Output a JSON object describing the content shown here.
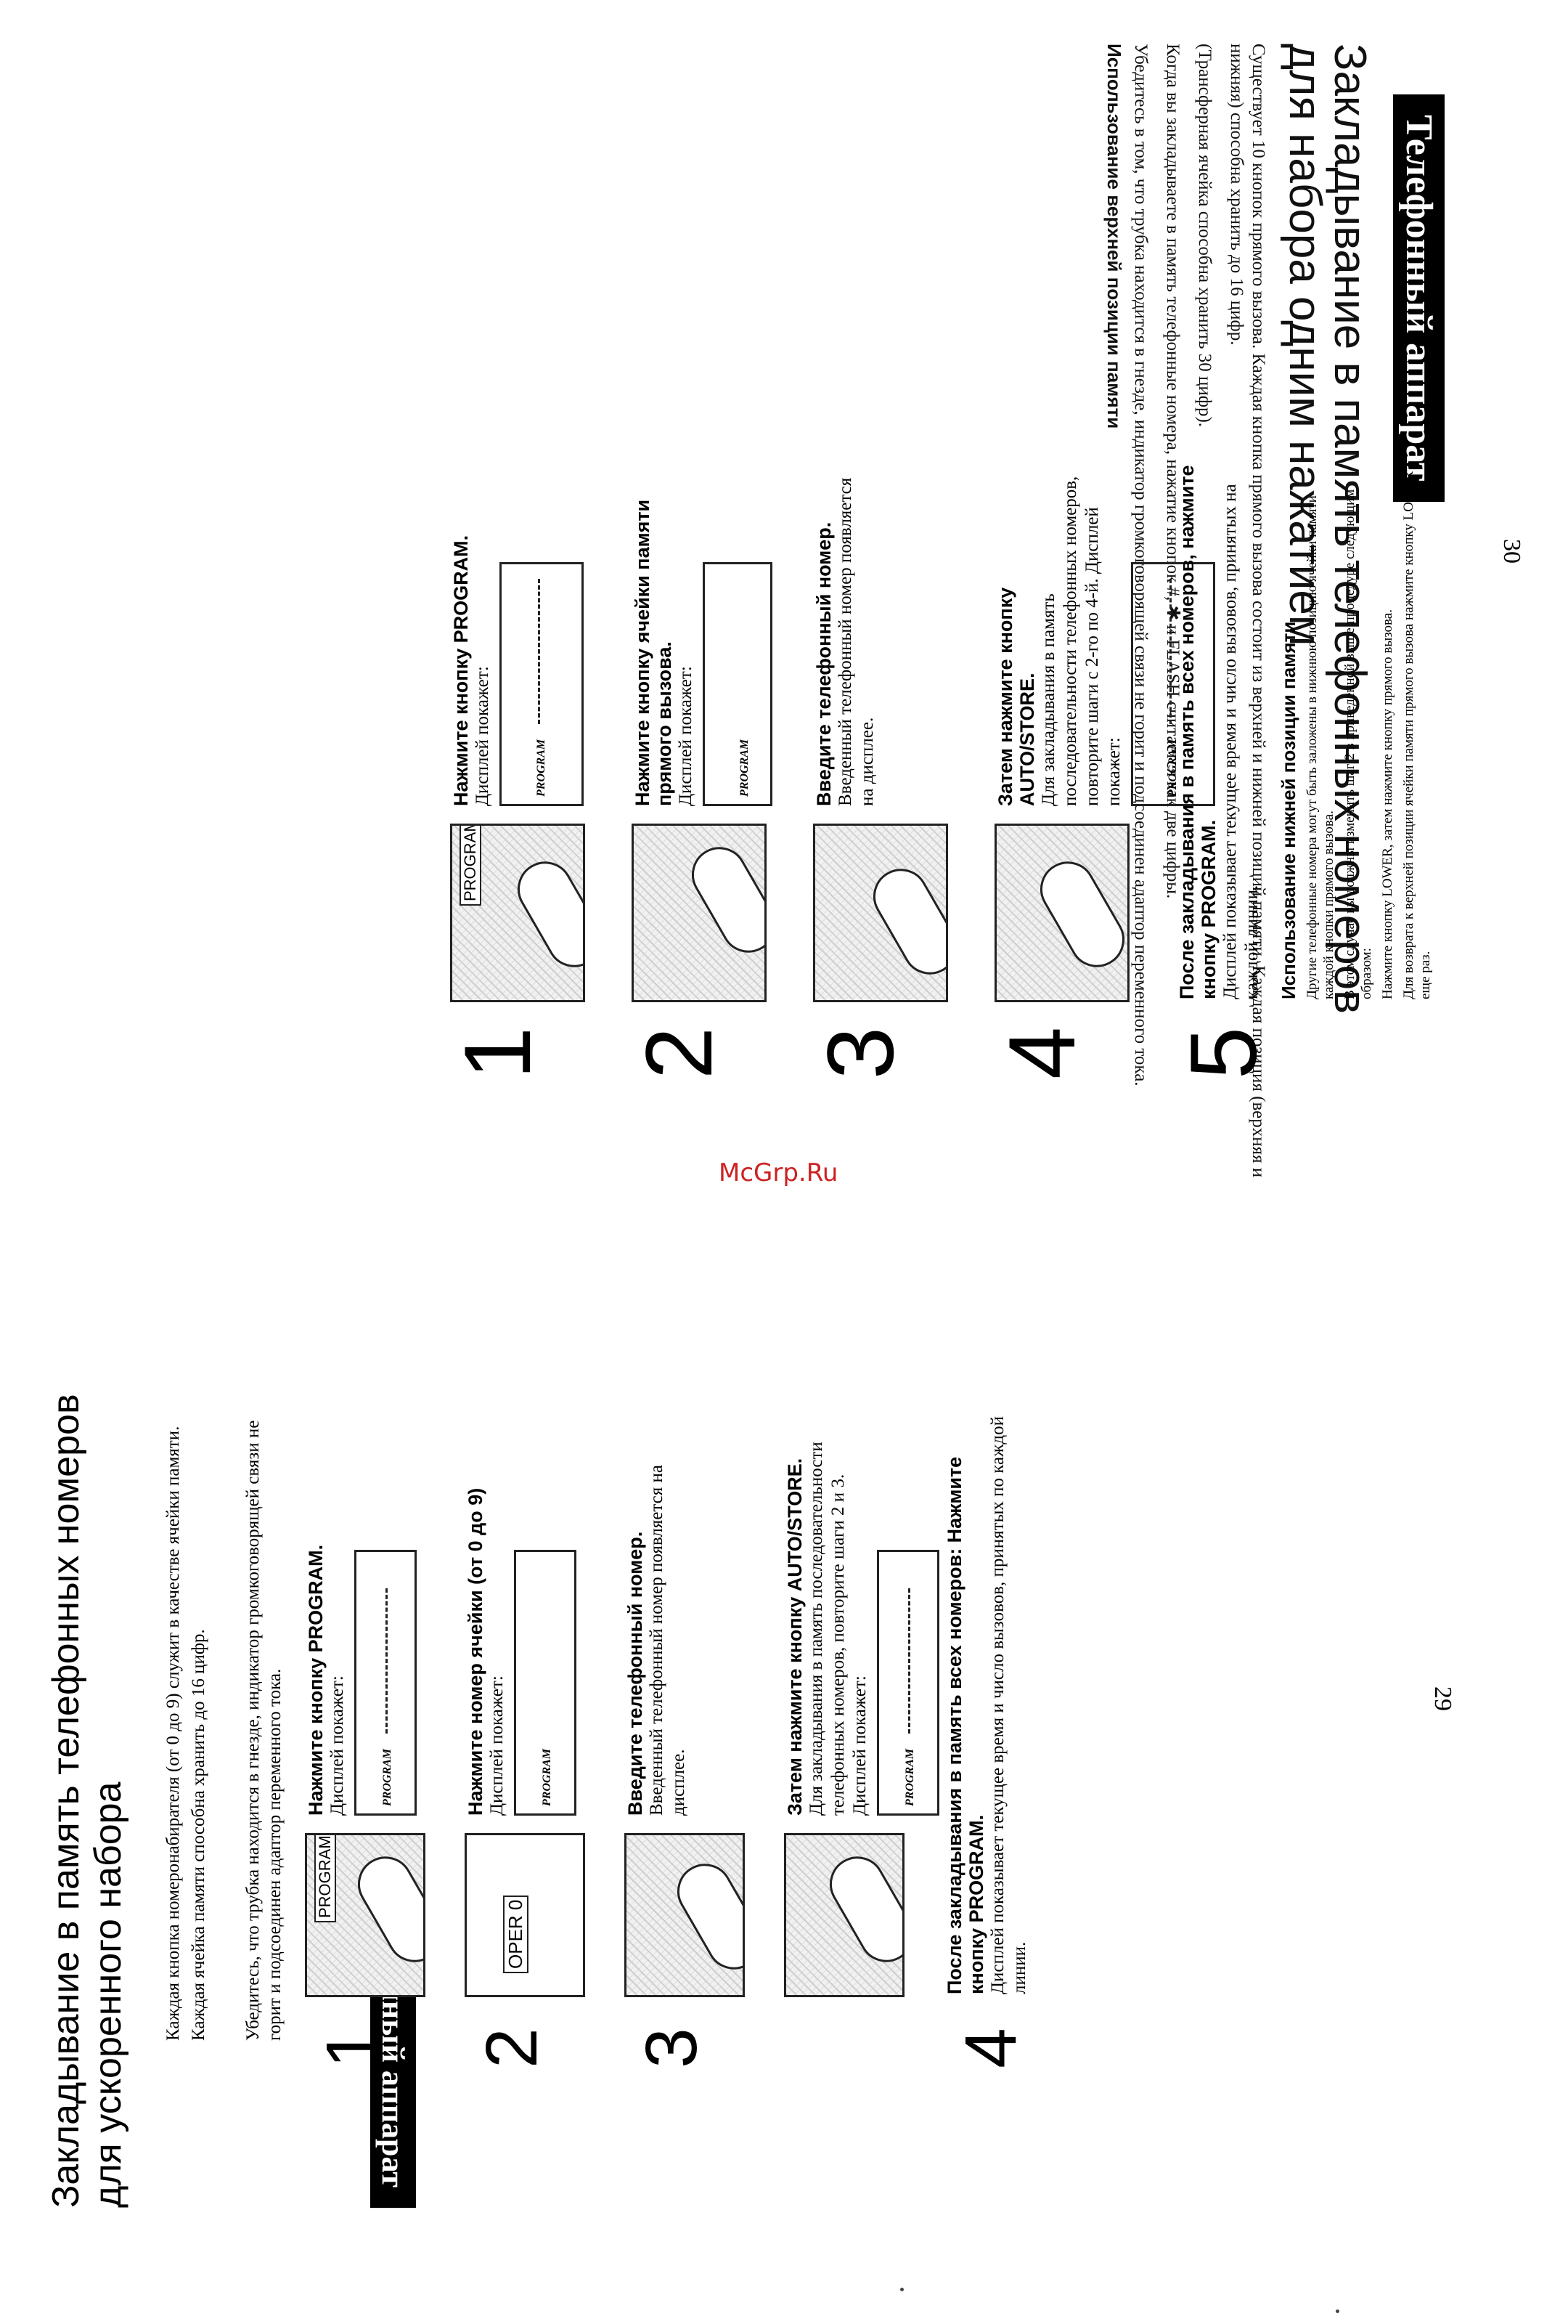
{
  "watermark": "McGrp.Ru",
  "top": {
    "banner": "Телефонный аппарат",
    "title_line1": "Закладывание в память телефонных номеров",
    "title_line2": "для набора одним нажатием",
    "intro": [
      "Существует 10 кнопок прямого вызова. Каждая кнопка прямого вызова состоит из верхней и нижней позиций памяти. Каждая позиция (верхняя и нижняя) способна хранить до 16 цифр.",
      "(Трансферная ячейка способна хранить 30 цифр).",
      "Когда вы закладываете в память телефонные номера, нажатие кнопок #, ✱ и FLASH считается как две цифры.",
      "Убедитесь в том, что трубка находится в гнезде, индикатор громкоговорящей связи не горит и подсоединен адаптор переменного тока."
    ],
    "section_upper": "Использование верхней позиции памяти",
    "steps": [
      {
        "num": "1",
        "title": "Нажмите кнопку PROGRAM.",
        "text": "Дисплей покажет:",
        "display": "PROGRAM",
        "img_label": "PROGRAM"
      },
      {
        "num": "2",
        "title": "Нажмите кнопку ячейки памяти прямого вызова.",
        "text": "Дисплей покажет:",
        "display": "PROGRAM",
        "img_label": ""
      },
      {
        "num": "3",
        "title": "Введите телефонный номер.",
        "text": "Введенный телефонный номер появляется на дисплее.",
        "display": "",
        "img_label": ""
      },
      {
        "num": "4",
        "title": "Затем нажмите кнопку AUTO/STORE.",
        "text": "Для закладывания в память последовательности телефонных номеров, повторите шаги с 2-го по 4-й. Дисплей покажет:",
        "display": "PROGRAM",
        "img_label": ""
      },
      {
        "num": "5",
        "title": "После закладывания в память всех номеров, нажмите кнопку PROGRAM.",
        "text": "Дисплей показывает текущее время и число вызовов, принятых на каждой линии.",
        "display": "",
        "img_label": ""
      }
    ],
    "section_lower": "Использование нижней позиции памяти",
    "lower_notes": [
      "Другие телефонные номера могут быть заложены в нижнюю позицию ячейки памяти каждой кнопки прямого вызова.",
      "В этом случае вы должны изменить шаг 2 в приведенной выше процедуре следующим образом:",
      "Нажмите кнопку LOWER, затем нажмите кнопку прямого вызова.",
      "Для возврата к верхней позиции ячейки памяти прямого вызова нажмите кнопку LOWER еще раз."
    ],
    "page_number": "30"
  },
  "bottom": {
    "banner": "Телефонный аппарат",
    "title_line1": "Закладывание в память телефонных номеров",
    "title_line2": "для ускоренного набора",
    "intro": [
      "Каждая кнопка номеронабирателя (от 0 до 9) служит в качестве ячейки памяти.",
      "Каждая ячейка памяти способна хранить до 16 цифр.",
      "Убедитесь, что трубка находится в гнезде, индикатор громкоговорящей связи не горит и подсоединен адаптор переменного тока."
    ],
    "steps": [
      {
        "num": "1",
        "title": "Нажмите кнопку PROGRAM.",
        "text": "Дисплей покажет:",
        "display": "PROGRAM",
        "img_label": "PROGRAM"
      },
      {
        "num": "2",
        "title": "Нажмите номер ячейки (от 0 до 9)",
        "text": "Дисплей покажет:",
        "display": "PROGRAM",
        "img_label": "OPER 0"
      },
      {
        "num": "3",
        "title": "Введите телефонный номер.",
        "text": "Введенный телефонный номер появляется на дисплее.",
        "display": "",
        "img_label": ""
      },
      {
        "num": "",
        "title": "Затем нажмите кнопку AUTO/STORE.",
        "text": "Для закладывания в память последовательности телефонных номеров, повторите шаги 2 и 3. Дисплей покажет:",
        "display": "PROGRAM",
        "img_label": ""
      },
      {
        "num": "4",
        "title": "После закладывания в память всех номеров: Нажмите кнопку PROGRAM.",
        "text": "Дисплей показывает текущее время и число вызовов, принятых по каждой линии.",
        "display": "",
        "img_label": ""
      }
    ],
    "page_number": "29"
  }
}
